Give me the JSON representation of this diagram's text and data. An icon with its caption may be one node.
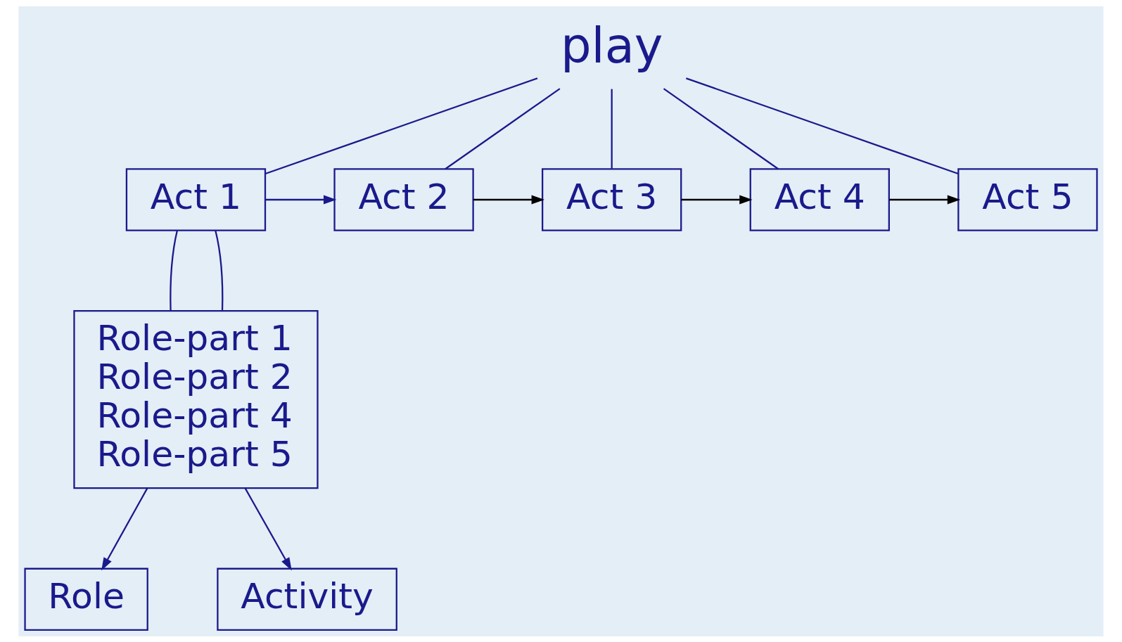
{
  "diagram": {
    "nodes": [
      {
        "text": [
          "play"
        ]
      },
      {
        "text": [
          "Act 1"
        ]
      },
      {
        "text": [
          "Act 2"
        ]
      },
      {
        "text": [
          "Act 3"
        ]
      },
      {
        "text": [
          "Act 4"
        ]
      },
      {
        "text": [
          "Act 5"
        ]
      },
      {
        "text": [
          "Role-part 1",
          "Role-part 2",
          "Role-part 4",
          "Role-part 5"
        ]
      },
      {
        "text": [
          "Role"
        ]
      },
      {
        "text": [
          "Activity"
        ]
      }
    ],
    "edges": [
      {
        "from": 0,
        "to": 1,
        "arrow": "none"
      },
      {
        "from": 0,
        "to": 2,
        "arrow": "none"
      },
      {
        "from": 0,
        "to": 3,
        "arrow": "none"
      },
      {
        "from": 0,
        "to": 4,
        "arrow": "none"
      },
      {
        "from": 0,
        "to": 5,
        "arrow": "none"
      },
      {
        "from": 1,
        "to": 2,
        "arrow": "to"
      },
      {
        "from": 2,
        "to": 3,
        "arrow": "to",
        "color": "#000000"
      },
      {
        "from": 3,
        "to": 4,
        "arrow": "to",
        "color": "#000000"
      },
      {
        "from": 4,
        "to": 5,
        "arrow": "to",
        "color": "#000000"
      },
      {
        "from": 1,
        "to": 6,
        "arrow": "none"
      },
      {
        "from": 1,
        "to": 6,
        "arrow": "none"
      },
      {
        "from": 6,
        "to": 7,
        "arrow": "to"
      },
      {
        "from": 6,
        "to": 8,
        "arrow": "to"
      }
    ]
  }
}
